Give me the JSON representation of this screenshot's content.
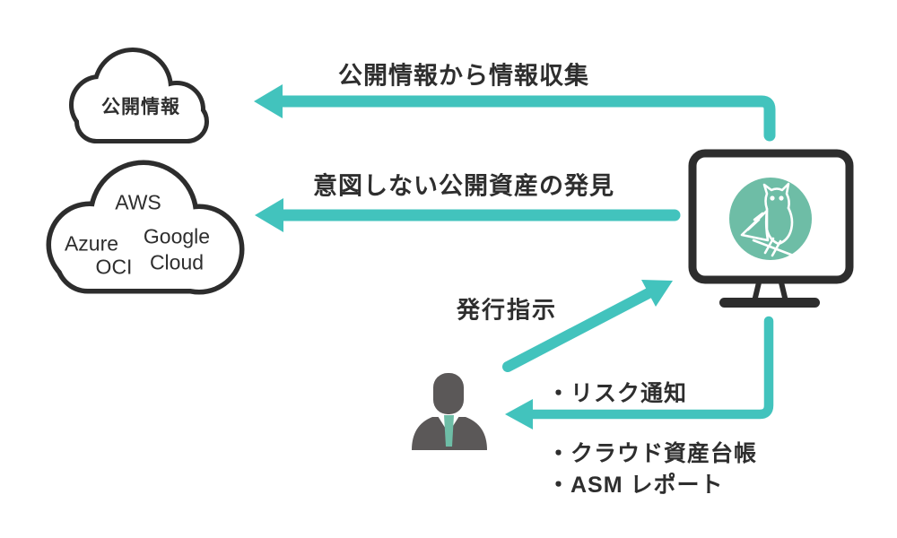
{
  "diagram": {
    "clouds": {
      "public_info": {
        "label": "公開情報"
      },
      "cloud_providers": {
        "aws": "AWS",
        "google_line1": "Google",
        "google_line2": "Cloud",
        "azure": "Azure",
        "oci": "OCI"
      }
    },
    "flows": {
      "collect": {
        "label": "公開情報から情報収集"
      },
      "discover": {
        "label": "意図しない公開資産の発見"
      },
      "instruct": {
        "label": "発行指示"
      },
      "deliver": {
        "items": [
          "・リスク通知",
          "・クラウド資産台帳",
          "・ASM レポート"
        ]
      }
    }
  },
  "icons": {
    "public-info-cloud-icon": "cloud outline",
    "providers-cloud-icon": "cloud outline",
    "monitor-icon": "computer monitor outline",
    "owl-logo-icon": "white owl line-art on green circle",
    "businessperson-icon": "gray person silhouette with green tie",
    "arrow-collect-icon": "teal elbow arrow pointing left",
    "arrow-discover-icon": "teal arrow pointing left",
    "arrow-instruct-icon": "teal diagonal arrow pointing up-right",
    "arrow-deliver-icon": "teal elbow arrow pointing left"
  },
  "colors": {
    "accent_teal": "#42c3bd",
    "brand_green": "#6ebda6",
    "outline_dark": "#2d2d2d",
    "person_gray": "#5b5858",
    "text": "#2e2e2e",
    "background": "#ffffff"
  }
}
